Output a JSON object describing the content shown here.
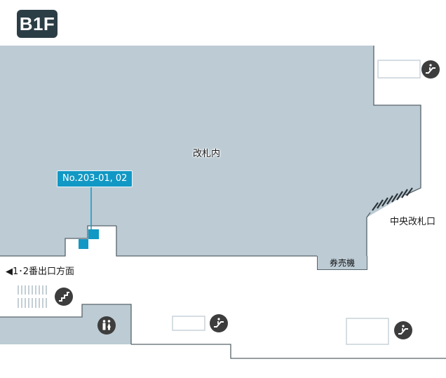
{
  "floor": {
    "label": "B1F"
  },
  "areas": {
    "inside_gates": "改札内",
    "central_gate": "中央改札口",
    "ticket_machines": "券売機",
    "exit_direction": "◀1･2番出口方面"
  },
  "shop": {
    "tag": "No.203-01, 02",
    "color": "#1298c4"
  },
  "icons": [
    {
      "name": "escalator-icon",
      "position": "top-right"
    },
    {
      "name": "stairs-icon",
      "position": "left"
    },
    {
      "name": "restroom-icon",
      "position": "bottom-left"
    },
    {
      "name": "escalator-icon",
      "position": "bottom-center"
    },
    {
      "name": "escalator-icon",
      "position": "bottom-right"
    }
  ],
  "colors": {
    "area_fill": "#bccbd4",
    "outline": "#58636a",
    "badge": "#2c3e45",
    "shop": "#1298c4",
    "icon_bg": "#3d3d3d"
  }
}
